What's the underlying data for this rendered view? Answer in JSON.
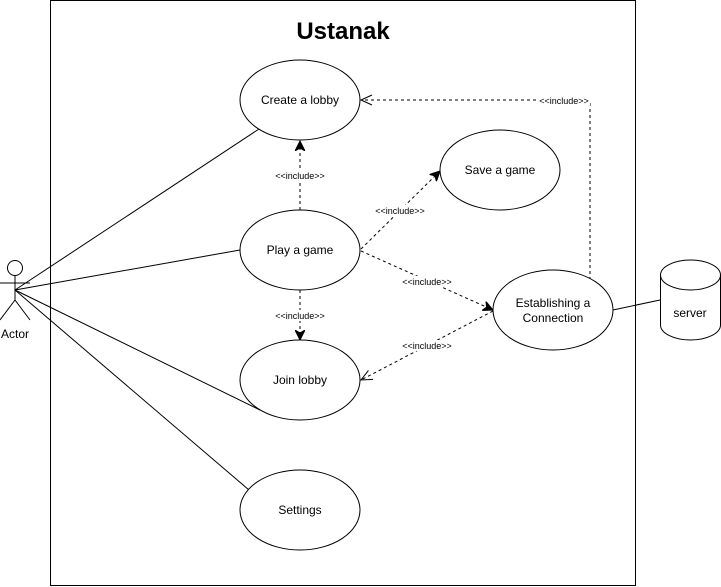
{
  "diagram": {
    "title": "Ustanak",
    "actor": {
      "label": "Actor"
    },
    "use_cases": {
      "create_lobby": "Create a lobby",
      "save_game": "Save a game",
      "play_game": "Play a game",
      "establish_line1": "Establishing a",
      "establish_line2": "Connection",
      "join_lobby": "Join lobby",
      "settings": "Settings"
    },
    "external": {
      "server": "server"
    },
    "relations": {
      "play_to_create": "<<include>>",
      "play_to_save": "<<include>>",
      "play_to_connection": "<<include>>",
      "play_to_join": "<<include>>",
      "connection_to_join": "<<include>>",
      "connection_to_create": "<<include>>"
    }
  }
}
